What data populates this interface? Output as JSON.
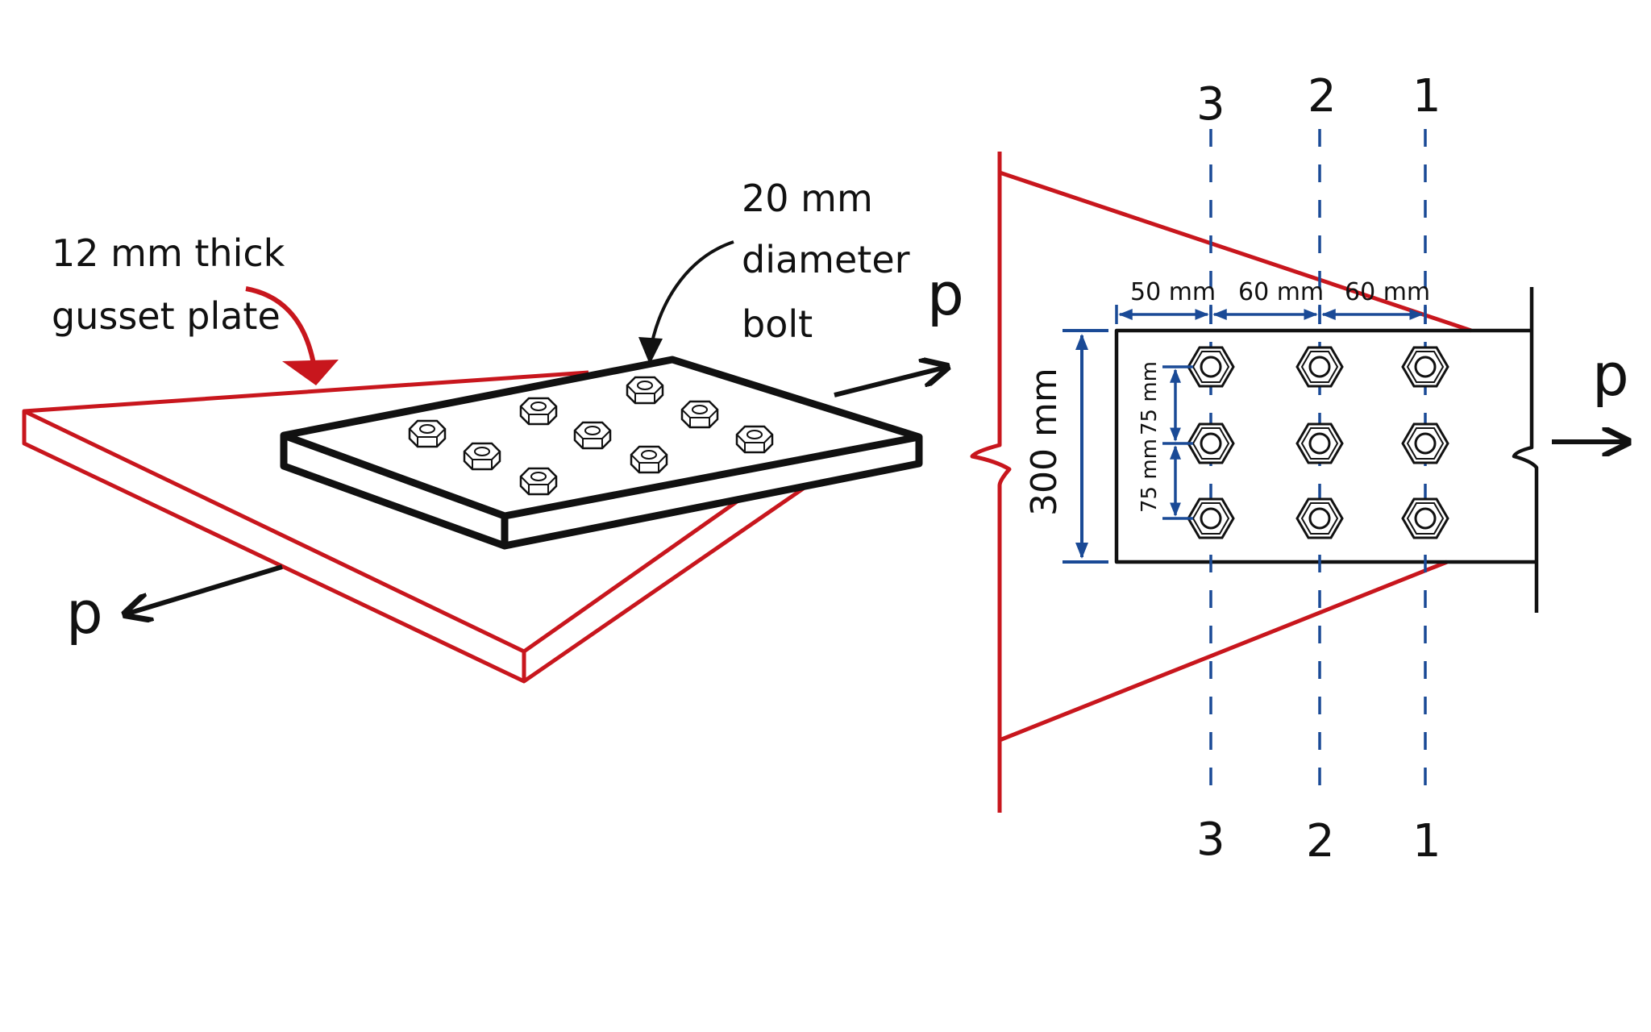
{
  "colors": {
    "gusset": "#c8161d",
    "member": "#111111",
    "dimension": "#1a4a96",
    "section": "#1a4a96"
  },
  "iso_view": {
    "gusset_label_line1": "12 mm thick",
    "gusset_label_line2": "gusset plate",
    "bolt_label_line1": "20 mm",
    "bolt_label_line2": "diameter",
    "bolt_label_line3": "bolt",
    "load_right": "p",
    "load_left": "p"
  },
  "plan_view": {
    "load_top": "p",
    "load_right": "p",
    "section_top": [
      "3",
      "2",
      "1"
    ],
    "section_bottom": [
      "3",
      "2",
      "1"
    ],
    "dim_edge": "50 mm",
    "dim_pitch_1": "60 mm",
    "dim_pitch_2": "60 mm",
    "dim_width": "300 mm",
    "dim_gauge_1": "75 mm",
    "dim_gauge_2": "75 mm"
  }
}
